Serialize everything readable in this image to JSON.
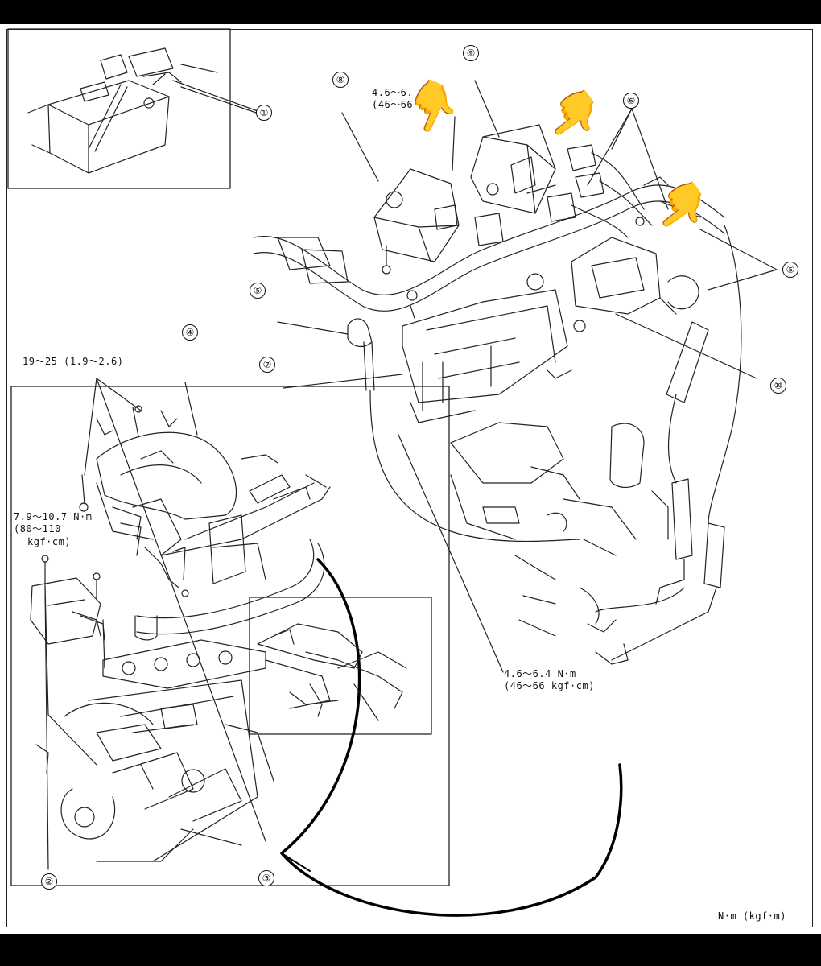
{
  "callouts": [
    "①",
    "②",
    "③",
    "④",
    "⑤",
    "⑤",
    "⑥",
    "⑦",
    "⑧",
    "⑨",
    "⑩"
  ],
  "torque_labels": {
    "t1_line1": "19～25 (1.9～2.6)",
    "t2_line1": "7.9～10.7 N·m",
    "t2_line2": "(80～110",
    "t2_line3": "kgf·cm)",
    "t3_line1": "4.6～6.",
    "t3_line2": "(46～66",
    "t4_line1": "4.6～6.4 N·m",
    "t4_line2": "(46～66 kgf·cm)",
    "units": "N·m (kgf·m)"
  },
  "pointer_emoji": "👉",
  "colors": {
    "ink": "#111111",
    "paper": "#ffffff",
    "letterbox": "#000000"
  }
}
